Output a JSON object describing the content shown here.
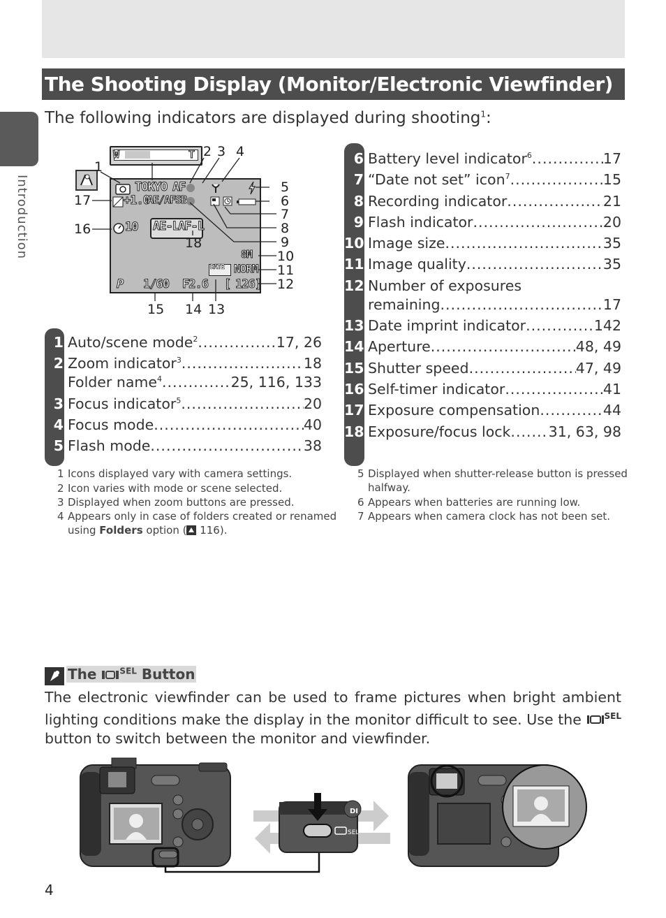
{
  "page": {
    "title": "The Shooting Display (Monitor/Electronic Viewfinder)",
    "intro": "The following indicators are displayed during shooting",
    "intro_sup": "1",
    "intro_colon": ":",
    "side_tab": "Introduction",
    "page_number": "4"
  },
  "monitor": {
    "zoom_w": "W",
    "zoom_t": "T",
    "folder": "TOKYO",
    "focus_mode": "AF",
    "exposure_comp": "+1.0",
    "afaesb": "AE/AFSB",
    "selftimer": "10",
    "ae_l": "AE-L",
    "af_l": "AF-L",
    "image_size": "8M",
    "date_imprint": "DATE",
    "quality": "NORM",
    "mode": "P",
    "shutter": "1/60",
    "aperture": "F2.6",
    "exposures": "126",
    "callouts": [
      "1",
      "2",
      "3",
      "4",
      "5",
      "6",
      "7",
      "8",
      "9",
      "10",
      "11",
      "12",
      "13",
      "14",
      "15",
      "16",
      "17",
      "18"
    ]
  },
  "left_items": [
    {
      "num": "1",
      "label": "Auto/scene mode",
      "sup": "2",
      "page": "17, 26"
    },
    {
      "num": "2",
      "label": "Zoom indicator",
      "sup": "3",
      "page": "18"
    },
    {
      "num": "",
      "label": "Folder name",
      "sup": "4",
      "page": "25, 116, 133"
    },
    {
      "num": "3",
      "label": "Focus indicator",
      "sup": "5",
      "page": "20"
    },
    {
      "num": "4",
      "label": "Focus mode",
      "sup": "",
      "page": "40"
    },
    {
      "num": "5",
      "label": "Flash mode",
      "sup": "",
      "page": "38"
    }
  ],
  "right_items": [
    {
      "num": "6",
      "label": "Battery level indicator",
      "sup": "6",
      "page": "17"
    },
    {
      "num": "7",
      "label": "“Date not set” icon",
      "sup": "7",
      "page": "15"
    },
    {
      "num": "8",
      "label": "Recording indicator",
      "sup": "",
      "page": "21"
    },
    {
      "num": "9",
      "label": "Flash indicator",
      "sup": "",
      "page": "20"
    },
    {
      "num": "10",
      "label": "Image size",
      "sup": "",
      "page": "35"
    },
    {
      "num": "11",
      "label": "Image quality",
      "sup": "",
      "page": "35"
    },
    {
      "num": "12",
      "label": "Number of exposures",
      "sup": "",
      "page": ""
    },
    {
      "num": "",
      "label": "remaining",
      "sup": "",
      "page": "17"
    },
    {
      "num": "13",
      "label": "Date imprint indicator",
      "sup": "",
      "page": "142"
    },
    {
      "num": "14",
      "label": "Aperture",
      "sup": "",
      "page": "48, 49"
    },
    {
      "num": "15",
      "label": "Shutter speed",
      "sup": "",
      "page": "47, 49"
    },
    {
      "num": "16",
      "label": "Self-timer indicator",
      "sup": "",
      "page": "41"
    },
    {
      "num": "17",
      "label": "Exposure compensation",
      "sup": "",
      "page": "44"
    },
    {
      "num": "18",
      "label": "Exposure/focus lock",
      "sup": "",
      "page": "31, 63, 98"
    }
  ],
  "footnotes_left": [
    {
      "n": "1",
      "text": "Icons displayed vary with camera settings."
    },
    {
      "n": "2",
      "text": "Icon varies with mode or scene selected."
    },
    {
      "n": "3",
      "text": "Displayed when zoom buttons are pressed."
    },
    {
      "n": "4",
      "text_a": "Appears only in case of folders created or renamed",
      "text_b": "using ",
      "bold": "Folders",
      "text_c": " option (",
      "text_d": " 116)."
    }
  ],
  "footnotes_right": [
    {
      "n": "5",
      "text_a": "Displayed when shutter-release button is pressed",
      "text_b": "halfway."
    },
    {
      "n": "6",
      "text": "Appears when batteries are running low."
    },
    {
      "n": "7",
      "text": "Appears when camera clock has not been set."
    }
  ],
  "tip": {
    "title_a": "The ",
    "title_sel": "SEL",
    "title_b": " Button",
    "body_a": "The electronic viewfinder can be used to frame pictures when bright ambient lighting conditions make the display in the monitor difficult to see.  Use the ",
    "body_sel": "SEL",
    "body_b": " button to switch between the monitor and viewfinder."
  },
  "illustration": {
    "button_label": "SEL",
    "di_label": "DI"
  }
}
